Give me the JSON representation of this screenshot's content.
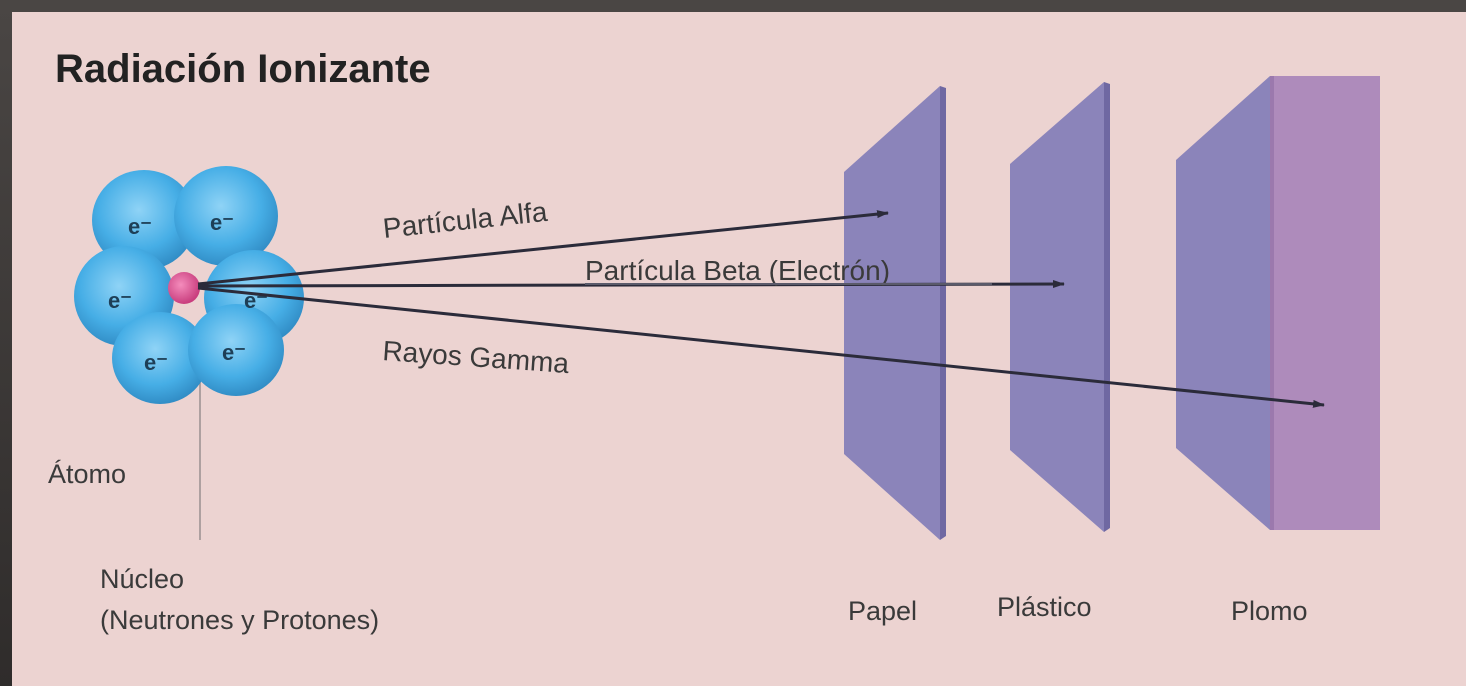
{
  "title": "Radiación Ionizante",
  "atom": {
    "electron_label": "e⁻",
    "label": "Átomo",
    "nucleus_label": "Núcleo",
    "nucleus_sub": "(Neutrones y Protones)"
  },
  "rays": {
    "alpha": "Partícula Alfa",
    "beta": "Partícula Beta (Electrón)",
    "gamma": "Rayos Gamma"
  },
  "barriers": {
    "paper": "Papel",
    "plastic": "Plástico",
    "lead": "Plomo"
  },
  "colors": {
    "background": "#ecd3d1",
    "barrier": "#8b84ba",
    "lead_face": "#ae8bbb",
    "electron_cloud": "#46aee6",
    "nucleus": "#e15b98",
    "arrow": "#2b2b3a"
  }
}
